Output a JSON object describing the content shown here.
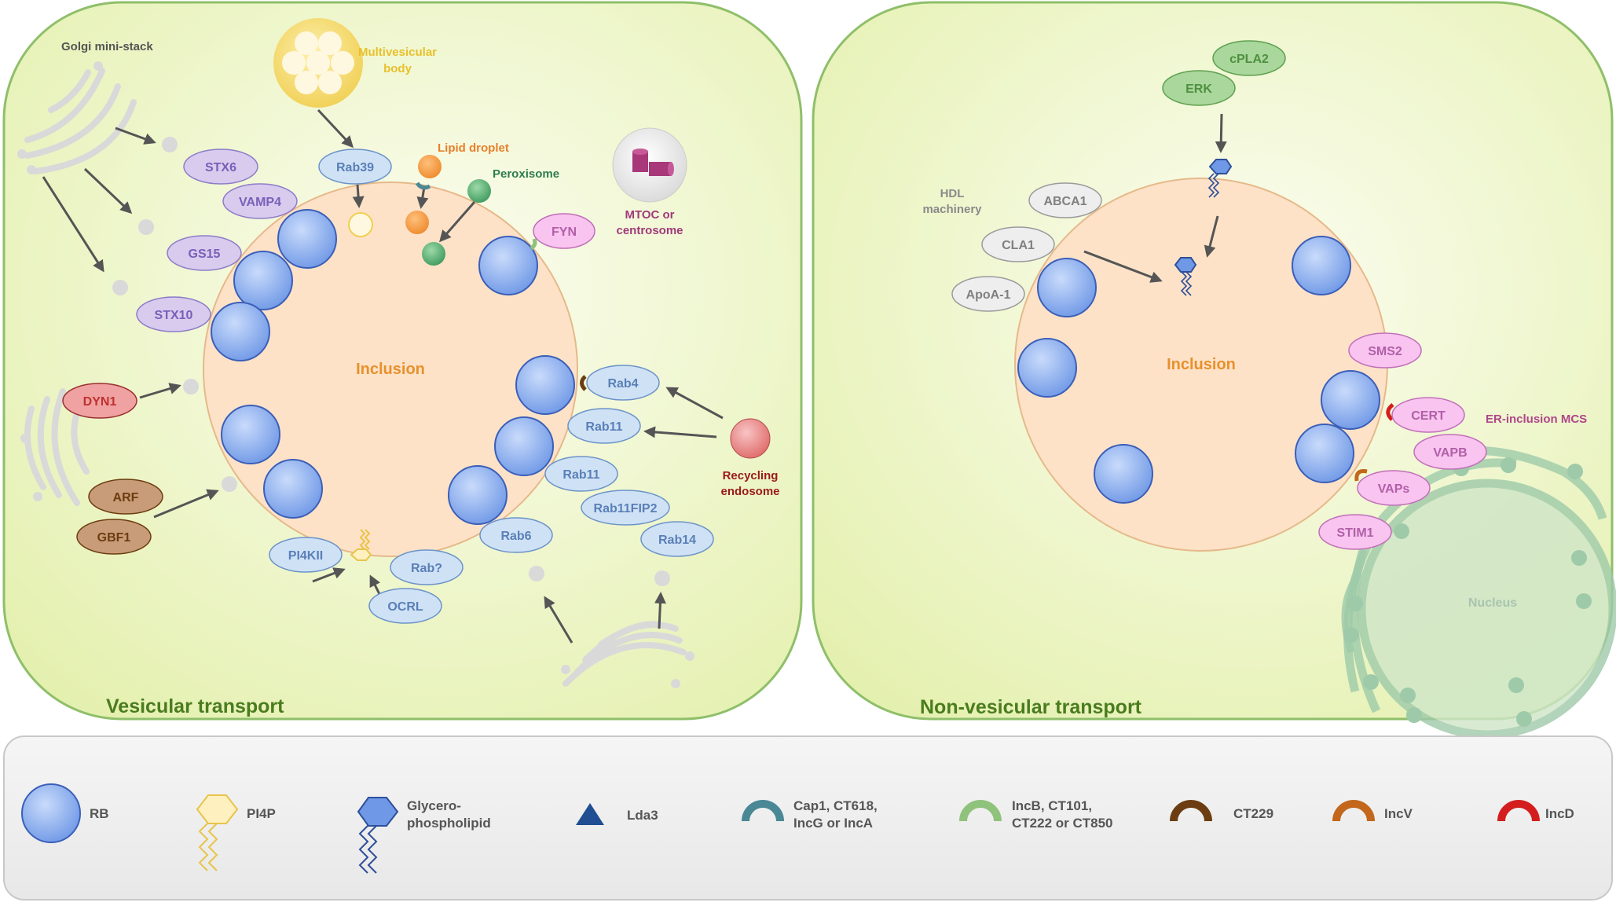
{
  "panels": {
    "vesicular": {
      "title": "Vesicular transport"
    },
    "nonvesicular": {
      "title": "Non-vesicular transport"
    }
  },
  "inclusion_label": "Inclusion",
  "vesicular": {
    "golgi_label": "Golgi mini-stack",
    "mvb_label_1": "Multivesicular",
    "mvb_label_2": "body",
    "lipid_droplet": "Lipid droplet",
    "peroxisome": "Peroxisome",
    "mtoc_1": "MTOC or",
    "mtoc_2": "centrosome",
    "recycling_1": "Recycling",
    "recycling_2": "endosome",
    "proteins": {
      "stx6": "STX6",
      "vamp4": "VAMP4",
      "gs15": "GS15",
      "stx10": "STX10",
      "dyn1": "DYN1",
      "arf": "ARF",
      "gbf1": "GBF1",
      "rab39": "Rab39",
      "fyn": "FYN",
      "rab4": "Rab4",
      "rab11a": "Rab11",
      "rab11b": "Rab11",
      "rab11fip2": "Rab11FIP2",
      "rab6": "Rab6",
      "rab14": "Rab14",
      "pi4kii": "PI4KII",
      "rabq": "Rab?",
      "ocrl": "OCRL"
    }
  },
  "nonvesicular": {
    "hdl_1": "HDL",
    "hdl_2": "machinery",
    "er_mcs": "ER-inclusion MCS",
    "nucleus": "Nucleus",
    "proteins": {
      "cpla2": "cPLA2",
      "erk": "ERK",
      "abca1": "ABCA1",
      "cla1": "CLA1",
      "apoa1": "ApoA-1",
      "sms2": "SMS2",
      "cert": "CERT",
      "vapb": "VAPB",
      "vaps": "VAPs",
      "stim1": "STIM1"
    }
  },
  "legend": {
    "rb": "RB",
    "pi4p": "PI4P",
    "glycero_1": "Glycero-",
    "glycero_2": "phospholipid",
    "lda3": "Lda3",
    "cap1_1": "Cap1, CT618,",
    "cap1_2": "IncG or IncA",
    "incb_1": "IncB, CT101,",
    "incb_2": "CT222 or CT850",
    "ct229": "CT229",
    "incv": "IncV",
    "incd": "IncD"
  },
  "colors": {
    "panel_fill": "#ecf5c3",
    "panel_border": "#8fbf6a",
    "panel_title": "#4a7c1e",
    "inclusion": "#fde2c8",
    "inclusion_text": "#e8902c",
    "rb": "#8cb0ee",
    "purple": "#d8cbee",
    "blue": "#cfe2f5",
    "pink": "#f9c4ef",
    "green": "#a9d79c",
    "grey": "#eeeeee",
    "brown": "#c99c79",
    "red": "#f0a2a2",
    "cap1": "#4a8896",
    "incb": "#8fc27b",
    "ct229": "#6b3d10",
    "incv": "#c2671b",
    "incd": "#d41e1e"
  }
}
